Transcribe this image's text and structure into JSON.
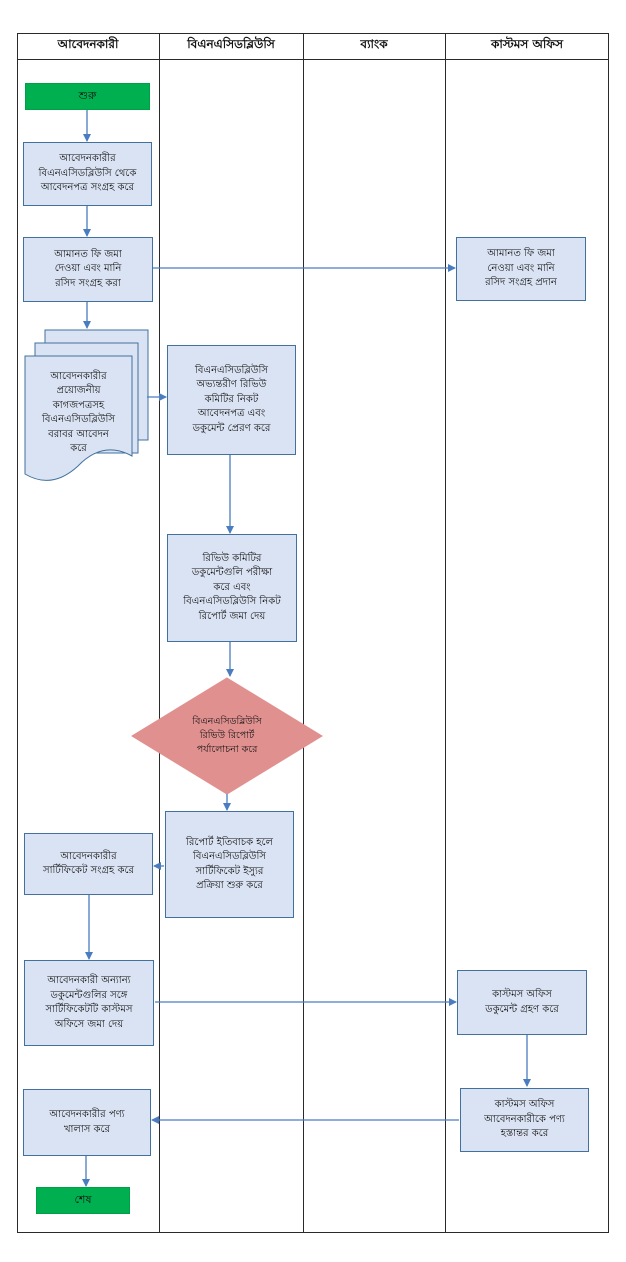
{
  "lanes": [
    "আবেদনকারী",
    "বিএনএসিডব্লিউসি",
    "ব্যাংক",
    "কাস্টমস অফিস"
  ],
  "nodes": {
    "start": "শুরু",
    "collect_form": "আবেদনকারীর\nবিএনএসিডব্লিউসি থেকে\nআবেদনপত্র সংগ্রহ করে",
    "pay_fee": "আমানত ফি জমা\nদেওয়া এবং মানি\nরসিদ সংগ্রহ করা",
    "receive_fee": "আমানত ফি জমা\nনেওয়া এবং মানি\nরসিদ সংগ্রহ প্রদান",
    "apply_docs": "আবেদনকারীর\nপ্রয়োজনীয়\nকাগজপত্রসহ\nবিএনএসিডব্লিউসি\nবরাবর আবেদন\nকরে",
    "send_review": "বিএনএসিডব্লিউসি\nঅভ্যন্তরীণ রিভিউ\nকমিটির নিকট\nআবেদনপত্র এবং\nডকুমেন্ট প্রেরণ করে",
    "review_committee": "রিভিউ কমিটির\nডকুমেন্টগুলি পরীক্ষা\nকরে এবং\nবিএনএসিডব্লিউসি নিকট\nরিপোর্ট জমা দেয়",
    "review_report": "বিএনএসিডব্লিউসি\nরিভিউ রিপোর্ট\nপর্যালোচনা করে",
    "issue_process": "রিপোর্ট ইতিবাচক হলে\nবিএনএসিডব্লিউসি\nসার্টিফিকেট ইস্যুর\nপ্রক্রিয়া শুরু করে",
    "collect_cert": "আবেদনকারীর\nসার্টিফিকেট সংগ্রহ করে",
    "submit_customs": "আবেদনকারী অন্যান্য\nডকুমেন্টগুলির সঙ্গে\nসার্টিফিকেটটি কাস্টমস\nঅফিসে জমা দেয়",
    "customs_receive": "কাস্টমস অফিস\nডকুমেন্ট গ্রহণ করে",
    "customs_handover": "কাস্টমস অফিস\nআবেদনকারীকে পণ্য\nহস্তান্তর করে",
    "release_goods": "আবেদনকারীর পণ্য\nখালাস করে",
    "end": "শেষ"
  },
  "colors": {
    "box_fill": "#dae3f3",
    "box_border": "#41719c",
    "terminal": "#00b050",
    "decision": "#e0908f",
    "arrow": "#4a7cc0"
  }
}
